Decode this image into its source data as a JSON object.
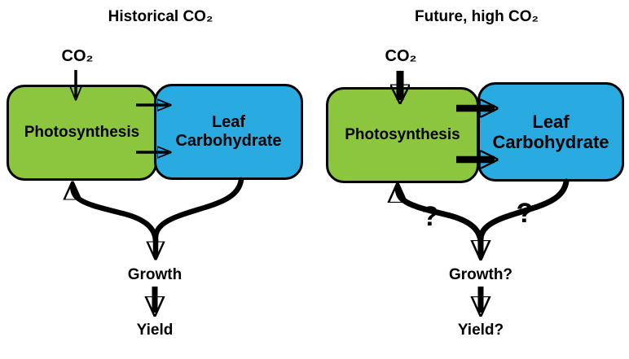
{
  "diagram": {
    "background": "#ffffff",
    "colors": {
      "photosynthesis_box": "#8CC63F",
      "carbohydrate_box": "#29ABE2",
      "outline_and_arrows": "#000000"
    },
    "panels": {
      "left": {
        "title": "Historical CO₂",
        "co2_label": "CO₂",
        "photosynthesis_label": "Photosynthesis",
        "carbohydrate_line1": "Leaf",
        "carbohydrate_line2": "Carbohydrate",
        "growth_label": "Growth",
        "yield_label": "Yield"
      },
      "right": {
        "title": "Future, high CO₂",
        "co2_label": "CO₂",
        "photosynthesis_label": "Photosynthesis",
        "carbohydrate_line1": "Leaf",
        "carbohydrate_line2": "Carbohydrate",
        "growth_label": "Growth?",
        "yield_label": "Yield?",
        "uncertainty_left": "?",
        "uncertainty_right": "?"
      }
    }
  }
}
